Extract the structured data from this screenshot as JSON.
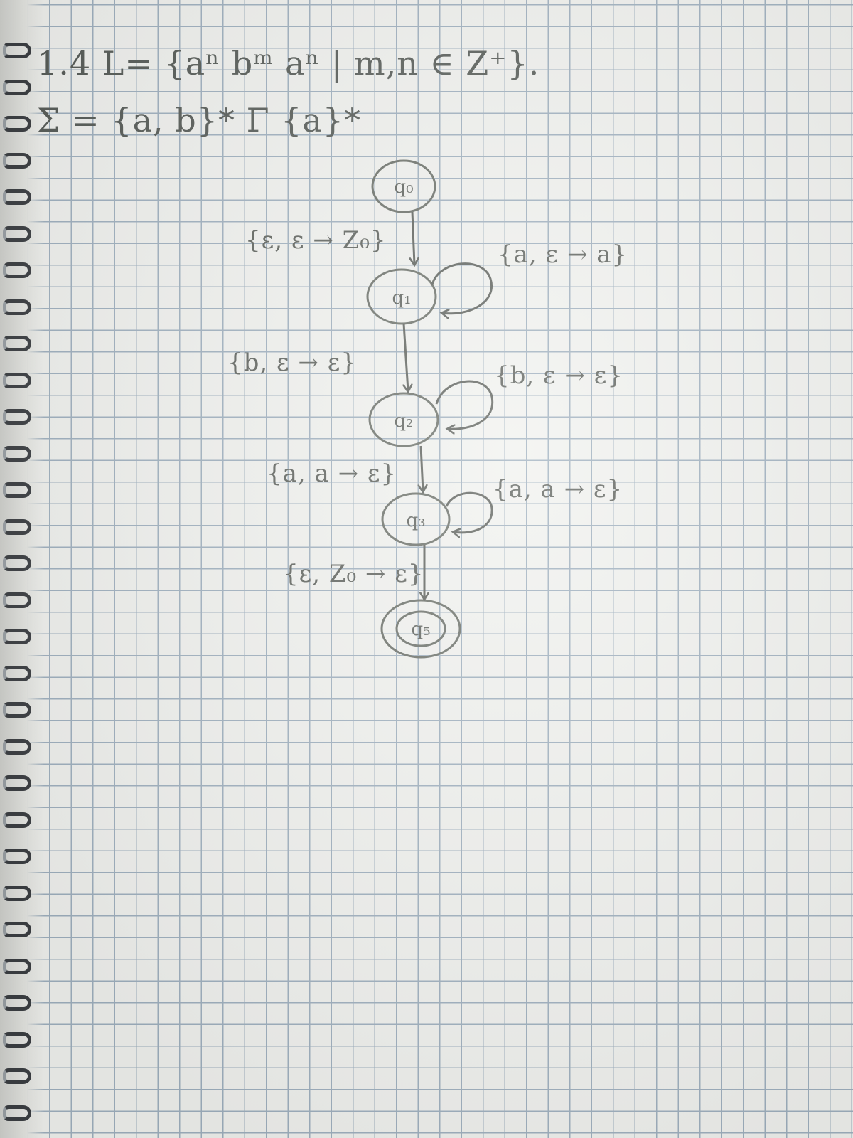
{
  "header": {
    "line1": "1.4  L= {aⁿ bᵐ aⁿ | m,n ∈ Z⁺}.",
    "line2": "Σ = {a, b}*   Γ {a}*"
  },
  "diagram": {
    "states": [
      {
        "id": "q0",
        "name": "q₀",
        "accepting": false
      },
      {
        "id": "q1",
        "name": "q₁",
        "accepting": false
      },
      {
        "id": "q2",
        "name": "q₂",
        "accepting": false
      },
      {
        "id": "q3",
        "name": "q₃",
        "accepting": false
      },
      {
        "id": "q5",
        "name": "q₅",
        "accepting": true
      }
    ],
    "transitions": [
      {
        "from": "q0",
        "to": "q1",
        "label": "{ε, ε → Z₀}"
      },
      {
        "from": "q1",
        "to": "q1",
        "label": "{a, ε → a}"
      },
      {
        "from": "q1",
        "to": "q2",
        "label": "{b, ε → ε}"
      },
      {
        "from": "q2",
        "to": "q2",
        "label": "{b, ε → ε}"
      },
      {
        "from": "q2",
        "to": "q3",
        "label": "{a, a → ε}"
      },
      {
        "from": "q3",
        "to": "q3",
        "label": "{a, a → ε}"
      },
      {
        "from": "q3",
        "to": "q5",
        "label": "{ε, Z₀ → ε}"
      }
    ]
  }
}
